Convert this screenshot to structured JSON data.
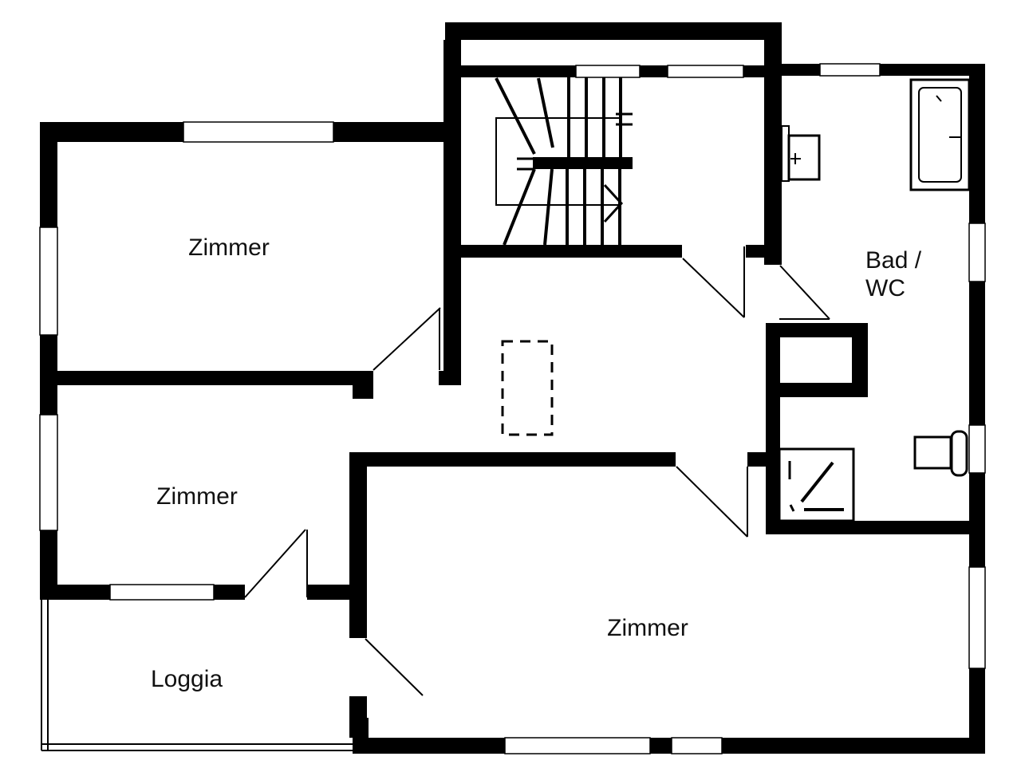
{
  "document": {
    "type": "architectural-floor-plan",
    "background": "#ffffff"
  },
  "floor_plan": {
    "colors": {
      "wall": "#000000",
      "background": "#ffffff",
      "label_text": "#111111"
    },
    "labels": {
      "room_top_left": "Zimmer",
      "room_middle_left": "Zimmer",
      "room_bottom": "Zimmer",
      "bathroom_line1": "Bad /",
      "bathroom_line2": "WC",
      "loggia": "Loggia"
    },
    "fixtures": [
      "staircase",
      "bathtub",
      "sink",
      "shower",
      "toilet",
      "chimney-shaft-dashed",
      "service-niche"
    ]
  }
}
